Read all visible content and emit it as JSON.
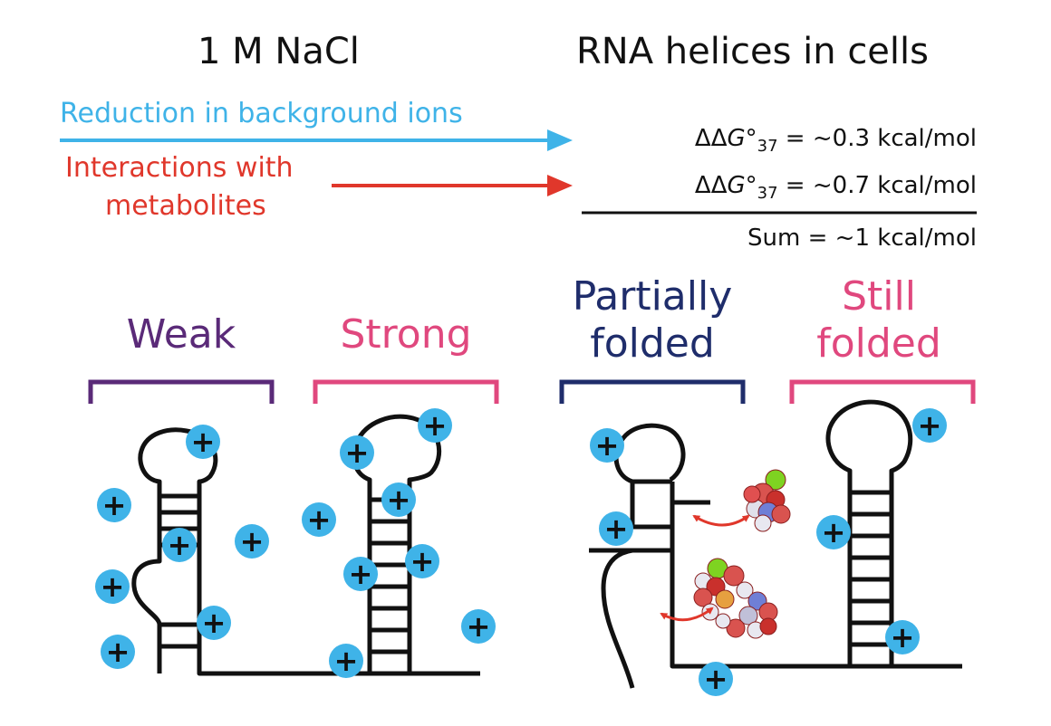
{
  "header": {
    "left_title": "1 M NaCl",
    "right_title": "RNA helices in cells"
  },
  "arrows": {
    "ions_label": "Reduction in background ions",
    "metabolites_label_line1": "Interactions with",
    "metabolites_label_line2": "metabolites"
  },
  "equations": {
    "prefix": "ΔΔ",
    "g": "G",
    "degree": "°",
    "sub": "37",
    "eq1_value": " = ~0.3 kcal/mol",
    "eq2_value": " = ~0.7 kcal/mol",
    "sum": "Sum = ~1 kcal/mol"
  },
  "categories": {
    "weak": "Weak",
    "strong": "Strong",
    "partial_line1": "Partially",
    "partial_line2": "folded",
    "still_line1": "Still",
    "still_line2": "folded"
  },
  "colors": {
    "ion_blue": "#3fb3e8",
    "metabolite_red": "#e0372b",
    "weak_purple": "#5a2a78",
    "strong_pink": "#e0487e",
    "partial_navy": "#1f2d6b",
    "rna_black": "#111111"
  },
  "ion_symbol": "+"
}
